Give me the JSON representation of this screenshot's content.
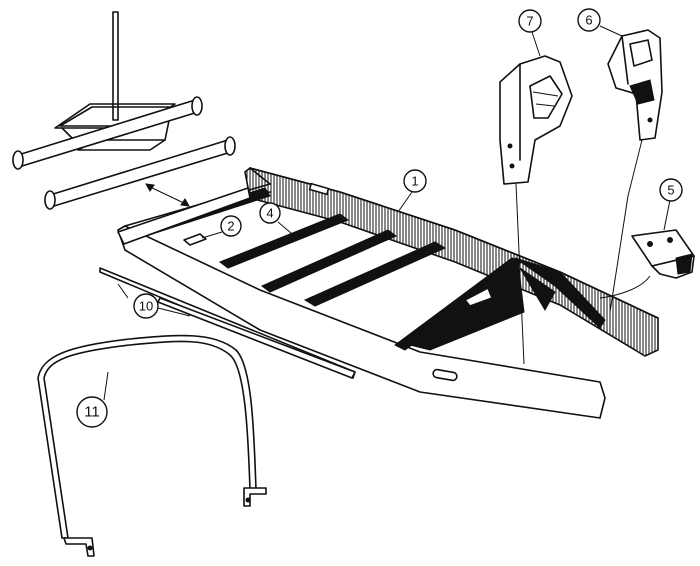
{
  "callouts": [
    {
      "id": "c1",
      "label": "1"
    },
    {
      "id": "c2",
      "label": "2"
    },
    {
      "id": "c4",
      "label": "4"
    },
    {
      "id": "c5",
      "label": "5"
    },
    {
      "id": "c6",
      "label": "6"
    },
    {
      "id": "c7",
      "label": "7"
    },
    {
      "id": "c10",
      "label": "10"
    },
    {
      "id": "c11",
      "label": "11"
    }
  ]
}
